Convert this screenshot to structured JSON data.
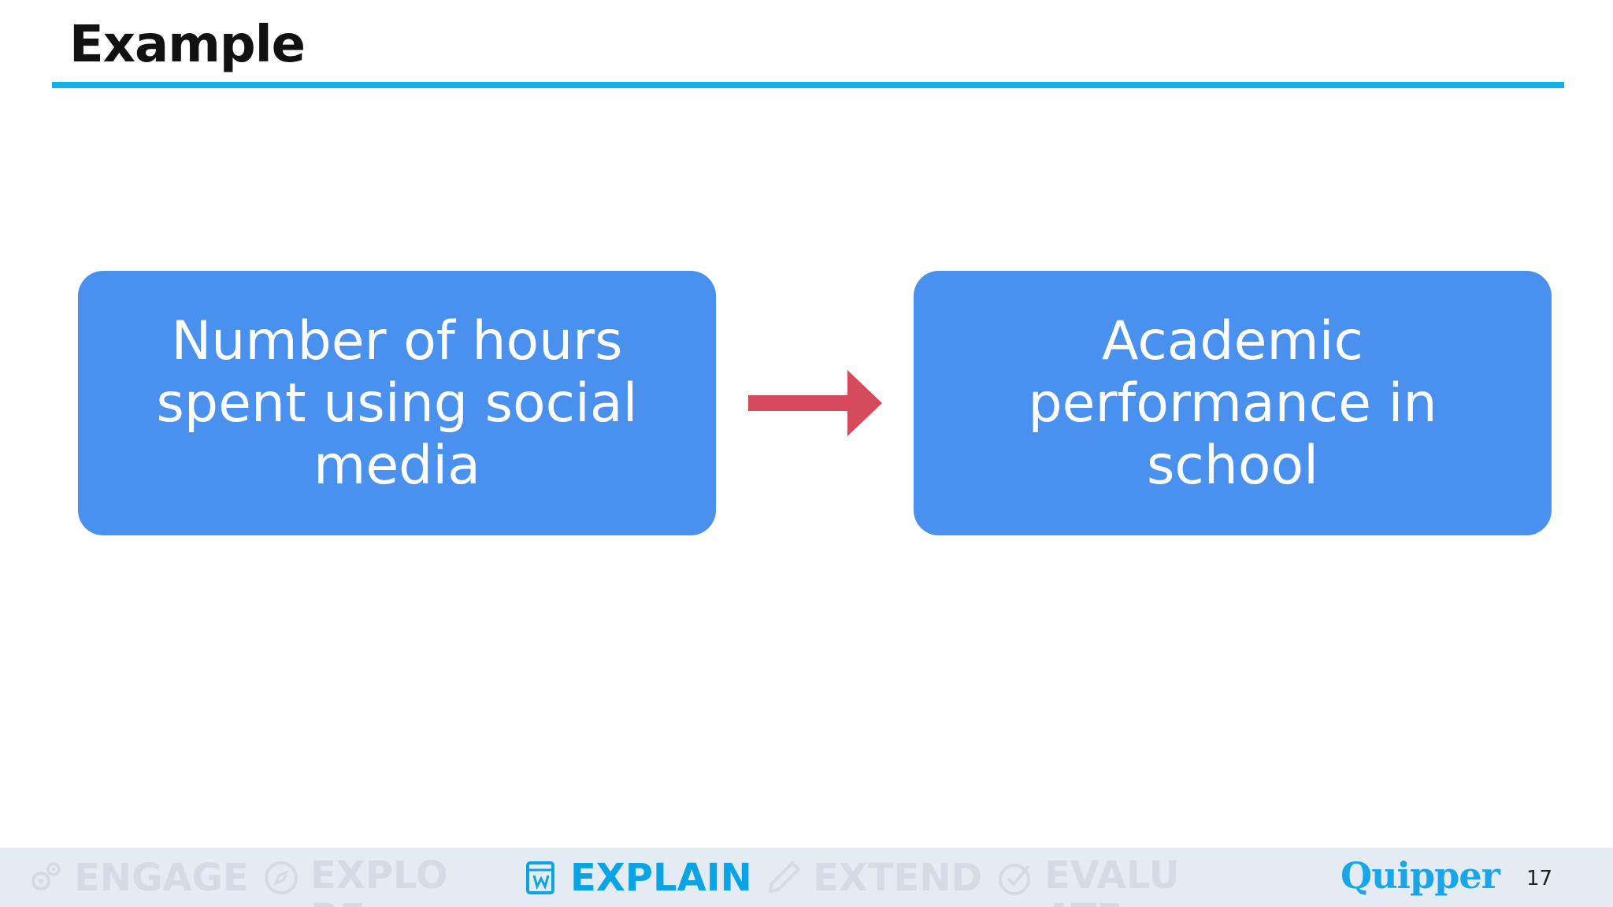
{
  "slide": {
    "title": "Example",
    "page_number": "17"
  },
  "diagram": {
    "left_box": "Number of hours spent using social media",
    "right_box": "Academic performance in school",
    "arrow_direction": "left-to-right",
    "box_color": "#4a90ee",
    "arrow_color": "#d64a5e"
  },
  "footer": {
    "nav": [
      {
        "label": "ENGAGE",
        "icon": "gears-icon",
        "active": false
      },
      {
        "label": "EXPLORE",
        "icon": "compass-icon",
        "active": false
      },
      {
        "label": "EXPLAIN",
        "icon": "book-icon",
        "active": true
      },
      {
        "label": "EXTEND",
        "icon": "pencil-icon",
        "active": false
      },
      {
        "label": "EVALUATE",
        "icon": "check-circle-icon",
        "active": false
      }
    ],
    "brand": "Quipper",
    "accent": "#0aa3e4"
  }
}
